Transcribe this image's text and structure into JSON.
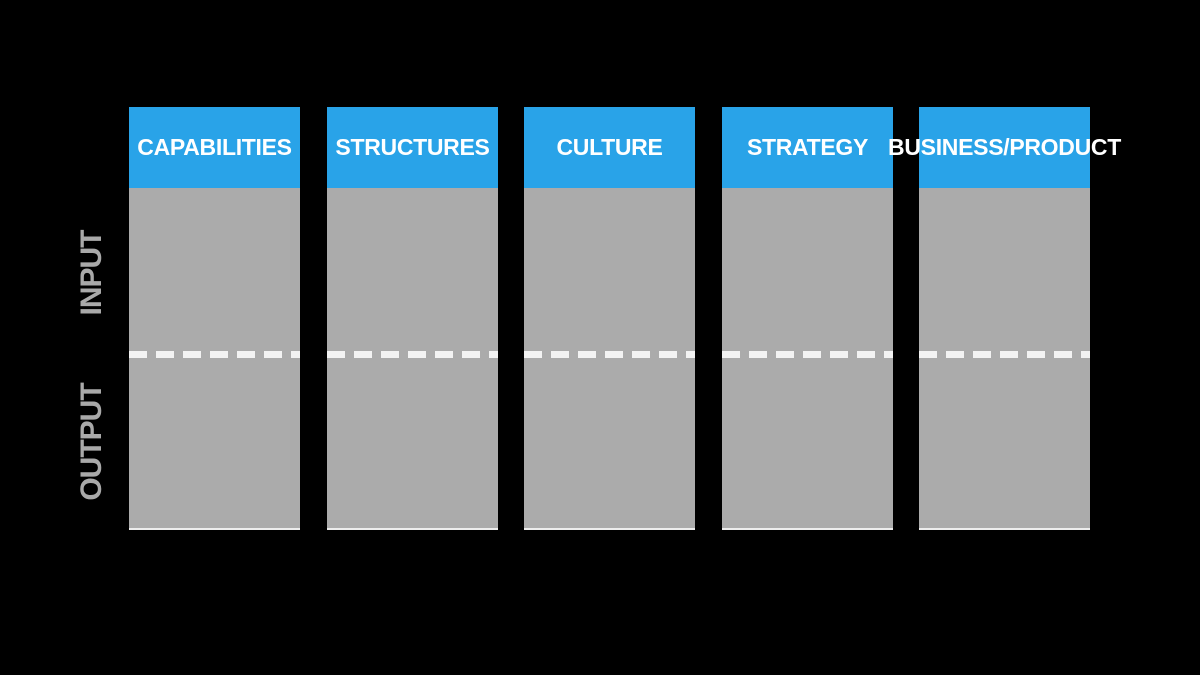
{
  "canvas": {
    "background": "#000000"
  },
  "side_labels": {
    "input": "INPUT",
    "output": "OUTPUT"
  },
  "columns": [
    {
      "label": "CAPABILITIES"
    },
    {
      "label": "STRUCTURES"
    },
    {
      "label": "CULTURE"
    },
    {
      "label": "STRATEGY"
    },
    {
      "label": "BUSINESS/PRODUCT"
    }
  ],
  "divider": {
    "style": "dashed",
    "color": "#F3F3F3"
  },
  "colors": {
    "header_blue": "#29A3E8",
    "body_gray": "#ABABAB",
    "side_label_gray": "#A9A9A9",
    "header_text": "#FFFFFF",
    "background_black": "#000000"
  }
}
